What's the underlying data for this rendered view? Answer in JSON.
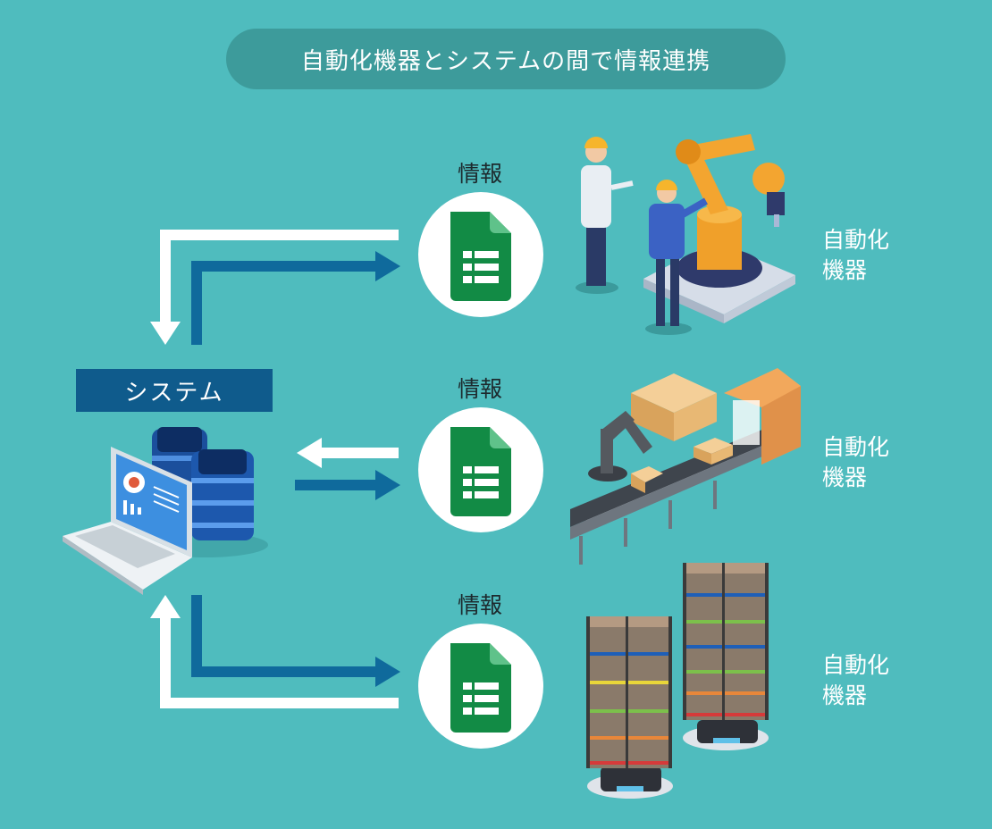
{
  "title": "自動化機器とシステムの間で情報連携",
  "system": {
    "label": "システム"
  },
  "rows": [
    {
      "info_label": "情報",
      "device_line1": "自動化",
      "device_line2": "機器"
    },
    {
      "info_label": "情報",
      "device_line1": "自動化",
      "device_line2": "機器"
    },
    {
      "info_label": "情報",
      "device_line1": "自動化",
      "device_line2": "機器"
    }
  ],
  "colors": {
    "background": "#4fbcbe",
    "arrow_dark": "#0f6a9c",
    "arrow_light": "#ffffff",
    "sheet_green": "#128b45"
  }
}
